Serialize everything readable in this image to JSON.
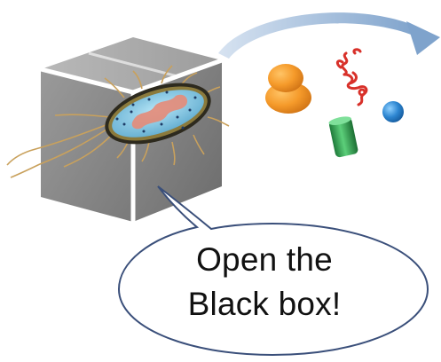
{
  "speech_bubble": {
    "line1": "Open the",
    "line2": "Black box!"
  },
  "colors": {
    "box_side": "#8e8e8e",
    "box_top": "#b5b5b5",
    "box_edge": "#ffffff",
    "bubble_outline": "#3a4f7a",
    "arrow": "#9fb8d8",
    "protein_orange": "#f08a1c",
    "protein_red": "#d8312a",
    "protein_green": "#2a9a4a",
    "protein_blue": "#1f6fb8",
    "bacterium_membrane": "#2d2a1e",
    "bacterium_cytoplasm": "#6fb7d8",
    "nucleoid": "#e07a6a"
  },
  "icons": [
    "black-box-cube",
    "bacterium-icon",
    "curved-arrow-icon",
    "globular-protein-icon",
    "coiled-protein-icon",
    "sphere-molecule-icon",
    "cylinder-molecule-icon",
    "speech-bubble-icon"
  ]
}
